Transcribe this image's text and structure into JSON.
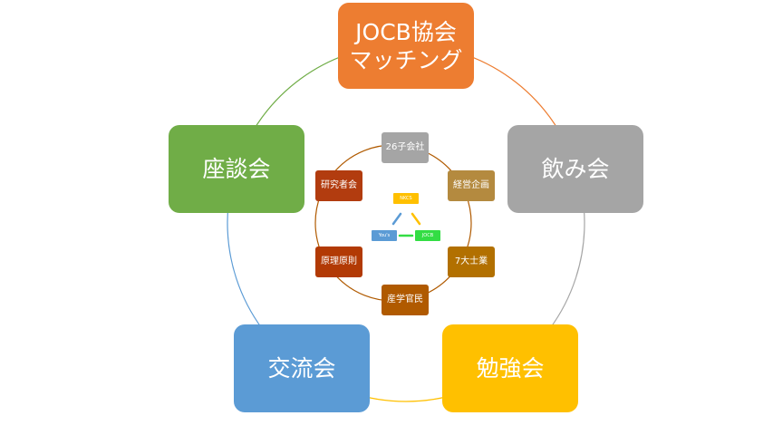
{
  "outer_nodes": [
    {
      "id": "jocb",
      "lines": [
        "JOCB協会",
        "マッチング"
      ],
      "color": "#ED7D31"
    },
    {
      "id": "nomikai",
      "lines": [
        "飲み会"
      ],
      "color": "#A5A5A5"
    },
    {
      "id": "benkyokai",
      "lines": [
        "勉強会"
      ],
      "color": "#FFC000"
    },
    {
      "id": "koryukai",
      "lines": [
        "交流会"
      ],
      "color": "#5B9BD5"
    },
    {
      "id": "zadankai",
      "lines": [
        "座談会"
      ],
      "color": "#70AD47"
    }
  ],
  "inner_nodes": [
    {
      "id": "26-companies",
      "label": "26子会社",
      "color": "#A5A5A5"
    },
    {
      "id": "management-planning",
      "label": "経営企画",
      "color": "#B48A3F"
    },
    {
      "id": "seven-professions",
      "label": "7大士業",
      "color": "#B27000"
    },
    {
      "id": "industry-academia",
      "label": "産学官民",
      "color": "#B05A00"
    },
    {
      "id": "principles",
      "label": "原理原則",
      "color": "#B23A05"
    },
    {
      "id": "researchers",
      "label": "研究者会",
      "color": "#B23C0F"
    }
  ],
  "core_nodes": [
    {
      "id": "nkcs",
      "label": "NKCS",
      "color": "#FFC000"
    },
    {
      "id": "yous",
      "label": "You's",
      "color": "#5B9BD5"
    },
    {
      "id": "jocb-core",
      "label": "JOCB",
      "color": "#33DD44"
    }
  ],
  "outer_arc_colors": [
    "#ED7D31",
    "#A5A5A5",
    "#FFC000",
    "#5B9BD5",
    "#70AD47"
  ],
  "inner_ring_color": "#B05A00"
}
